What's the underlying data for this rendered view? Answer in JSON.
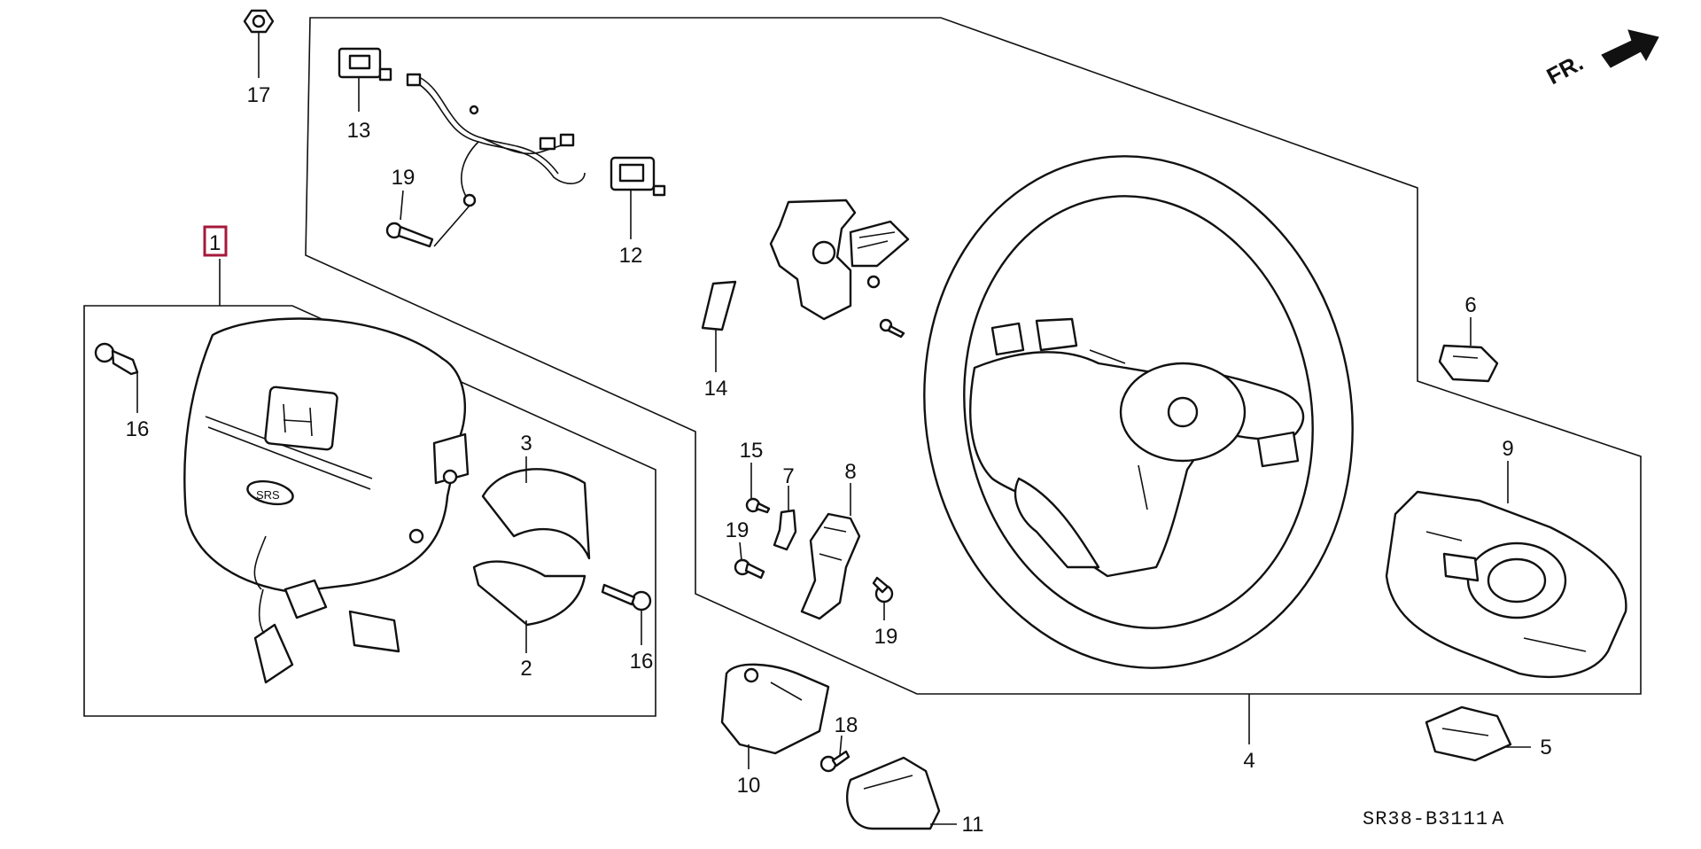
{
  "parts": {
    "p1": "1",
    "p2": "2",
    "p3": "3",
    "p4": "4",
    "p5": "5",
    "p6": "6",
    "p7": "7",
    "p8": "8",
    "p9": "9",
    "p10": "10",
    "p11": "11",
    "p12": "12",
    "p13": "13",
    "p14": "14",
    "p15": "15",
    "p16a": "16",
    "p16b": "16",
    "p17": "17",
    "p18": "18",
    "p19a": "19",
    "p19b": "19",
    "p19c": "19"
  },
  "front_indicator": "FR.",
  "diagram_code": "SR38-B3111",
  "diagram_code_suffix": "A",
  "emblem_text": "SRS",
  "highlighted_part": "1",
  "colors": {
    "highlight": "#a5193b",
    "ink": "#111111",
    "background": "#ffffff"
  }
}
